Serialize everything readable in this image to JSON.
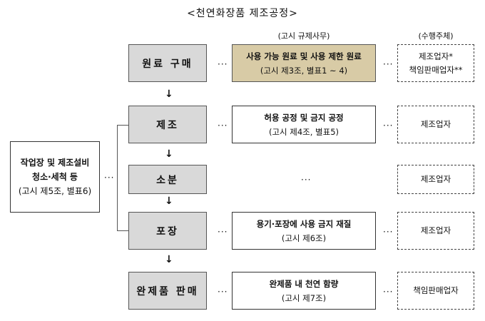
{
  "title": "<천연화장품 제조공정>",
  "headers": {
    "content": "(고시 규제사무)",
    "actor": "(수행주체)"
  },
  "steps": [
    {
      "label": "원료 구매",
      "content": [
        "사용 가능 원료 및 사용 제한 원료",
        "(고시 제3조, 별표1 ~ 4)"
      ],
      "actor": [
        "제조업자*",
        "책임판매업자**"
      ]
    },
    {
      "label": "제조",
      "content": [
        "허용 공정 및 금지 공정",
        "(고시 제4조, 별표5)"
      ],
      "actor": [
        "제조업자"
      ]
    },
    {
      "label": "소분",
      "content": [
        "···"
      ],
      "actor": [
        "제조업자"
      ]
    },
    {
      "label": "포장",
      "content": [
        "용기·포장에 사용 금지 재질",
        "(고시 제6조)"
      ],
      "actor": [
        "제조업자"
      ]
    },
    {
      "label": "완제품 판매",
      "content": [
        "완제품 내 천연 함량",
        "(고시 제7조)"
      ],
      "actor": [
        "책임판매업자"
      ]
    }
  ],
  "side_box": [
    "작업장 및 제조설비",
    "청소·세척 등",
    "(고시 제5조, 별표6)"
  ],
  "symbols": {
    "dots": "···",
    "arrow": "↓"
  },
  "colors": {
    "step_bg": "#d9d9d9",
    "highlight_bg": "#d8cba6"
  }
}
